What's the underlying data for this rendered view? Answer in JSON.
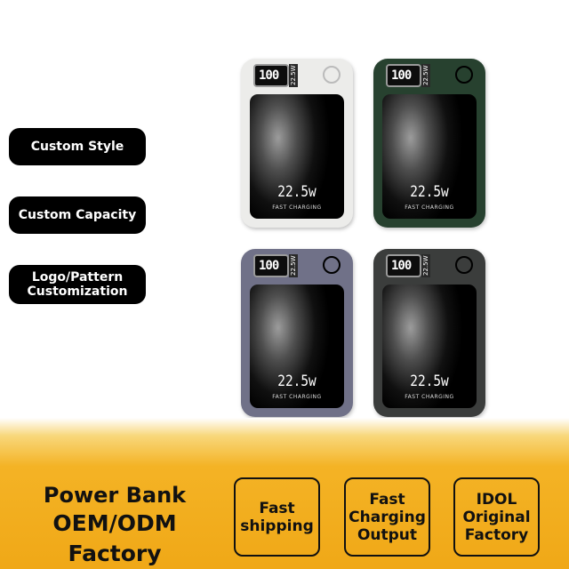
{
  "options": [
    {
      "label": "Custom Style"
    },
    {
      "label": "Custom Capacity"
    },
    {
      "label": "Logo/Pattern Customization"
    }
  ],
  "products": [
    {
      "battery_display": "100",
      "watt_badge": "22.5W",
      "wattage": "22.5w",
      "fast_charging": "FAST CHARGING",
      "body_color": "#ececea"
    },
    {
      "battery_display": "100",
      "watt_badge": "22.5W",
      "wattage": "22.5w",
      "fast_charging": "FAST CHARGING",
      "body_color": "#27412f"
    },
    {
      "battery_display": "100",
      "watt_badge": "22.5W",
      "wattage": "22.5w",
      "fast_charging": "FAST CHARGING",
      "body_color": "#707188"
    },
    {
      "battery_display": "100",
      "watt_badge": "22.5W",
      "wattage": "22.5w",
      "fast_charging": "FAST CHARGING",
      "body_color": "#3b3d3c"
    }
  ],
  "headline": {
    "line1": "Power Bank",
    "line2": "OEM/ODM Factory"
  },
  "features": [
    {
      "label": "Fast shipping"
    },
    {
      "label": "Fast Charging Output"
    },
    {
      "label": "IDOL Original Factory"
    }
  ],
  "colors": {
    "banner_gold": "#f4b325",
    "pill_background": "#000000"
  }
}
